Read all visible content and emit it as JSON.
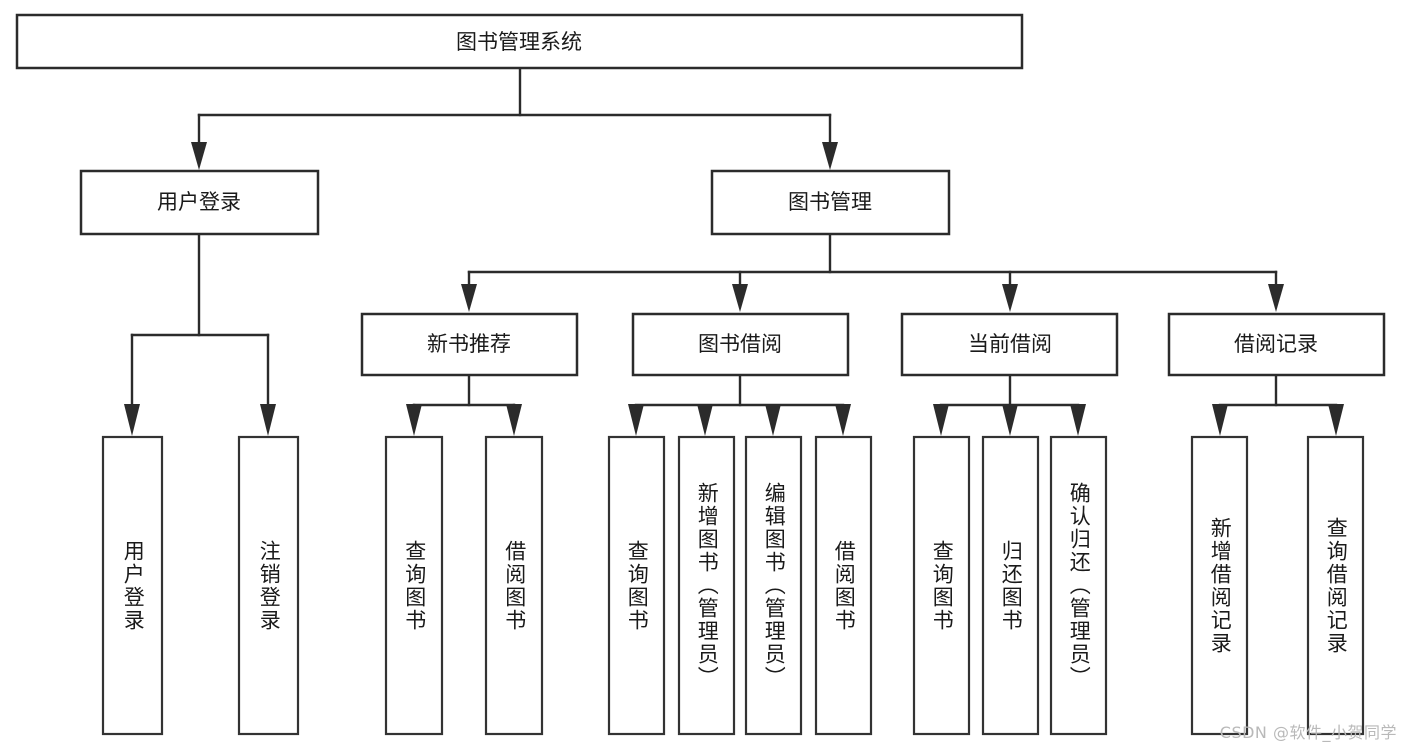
{
  "diagram": {
    "title": "图书管理系统",
    "type": "tree",
    "root": {
      "id": "root",
      "label": "图书管理系统"
    },
    "level2": [
      {
        "id": "user-login",
        "label": "用户登录"
      },
      {
        "id": "book-manage",
        "label": "图书管理"
      }
    ],
    "level3": [
      {
        "id": "new-book-recommend",
        "label": "新书推荐",
        "parent": "book-manage"
      },
      {
        "id": "book-borrow",
        "label": "图书借阅",
        "parent": "book-manage"
      },
      {
        "id": "current-borrow",
        "label": "当前借阅",
        "parent": "book-manage"
      },
      {
        "id": "borrow-record",
        "label": "借阅记录",
        "parent": "book-manage"
      }
    ],
    "leaves": [
      {
        "id": "leaf-user-login",
        "label": "用户登录",
        "parent": "user-login"
      },
      {
        "id": "leaf-user-logout",
        "label": "注销登录",
        "parent": "user-login"
      },
      {
        "id": "leaf-query-book-1",
        "label": "查询图书",
        "parent": "new-book-recommend"
      },
      {
        "id": "leaf-borrow-book-1",
        "label": "借阅图书",
        "parent": "new-book-recommend"
      },
      {
        "id": "leaf-query-book-2",
        "label": "查询图书",
        "parent": "book-borrow"
      },
      {
        "id": "leaf-add-book",
        "label": "新增图书（管理员）",
        "parent": "book-borrow"
      },
      {
        "id": "leaf-edit-book",
        "label": "编辑图书（管理员）",
        "parent": "book-borrow"
      },
      {
        "id": "leaf-borrow-book-2",
        "label": "借阅图书",
        "parent": "book-borrow"
      },
      {
        "id": "leaf-query-book-3",
        "label": "查询图书",
        "parent": "current-borrow"
      },
      {
        "id": "leaf-return-book",
        "label": "归还图书",
        "parent": "current-borrow"
      },
      {
        "id": "leaf-confirm-return",
        "label": "确认归还（管理员）",
        "parent": "current-borrow"
      },
      {
        "id": "leaf-add-record",
        "label": "新增借阅记录",
        "parent": "borrow-record"
      },
      {
        "id": "leaf-query-record",
        "label": "查询借阅记录",
        "parent": "borrow-record"
      }
    ],
    "watermark": "CSDN @软件_小贺同学",
    "colors": {
      "box_stroke": "#2b2b2b",
      "box_fill": "#ffffff",
      "connector": "#2b2b2b",
      "text": "#1a1a1a",
      "watermark": "#b9b9b9",
      "background": "#ffffff"
    }
  }
}
